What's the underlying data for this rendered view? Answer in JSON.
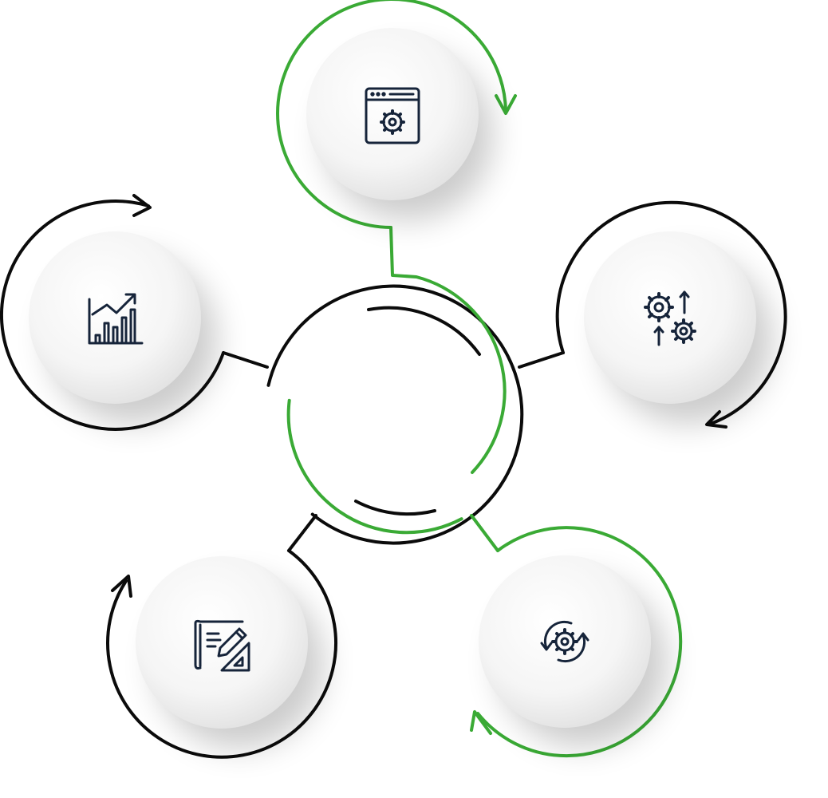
{
  "diagram": {
    "type": "cycle-hub",
    "colors": {
      "accent": "#3aaa35",
      "dark": "#0b0b0b",
      "icon": "#16243a",
      "node_fill": "#f4f4f4",
      "background": "#ffffff"
    },
    "hub": {
      "name": "center-hub",
      "ring_colors": [
        "dark",
        "accent"
      ]
    },
    "nodes": [
      {
        "name": "node-web-settings",
        "icon": "browser-gear-icon",
        "loop_color": "accent",
        "arrow": "clockwise"
      },
      {
        "name": "node-gear-optimization",
        "icon": "gears-up-arrows-icon",
        "loop_color": "dark",
        "arrow": "clockwise"
      },
      {
        "name": "node-update-cycle",
        "icon": "gear-refresh-icon",
        "loop_color": "accent",
        "arrow": "clockwise"
      },
      {
        "name": "node-blueprint-design",
        "icon": "blueprint-pencil-ruler-icon",
        "loop_color": "dark",
        "arrow": "clockwise"
      },
      {
        "name": "node-growth-analytics",
        "icon": "bar-chart-trend-icon",
        "loop_color": "dark",
        "arrow": "clockwise"
      }
    ]
  }
}
